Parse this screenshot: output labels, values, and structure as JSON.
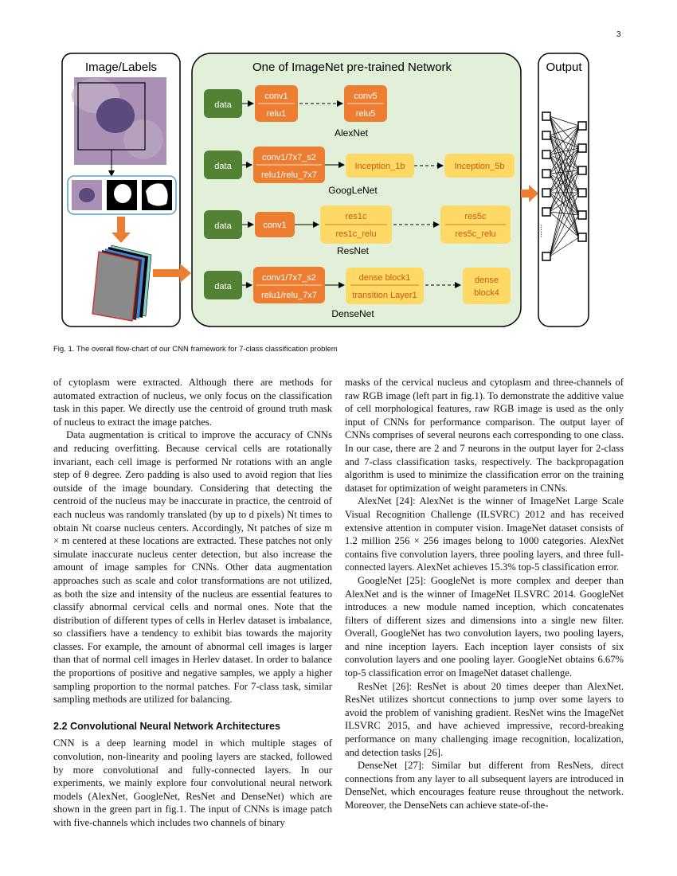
{
  "page_number": "3",
  "figure": {
    "left_panel_title": "Image/Labels",
    "middle_panel_title": "One of ImageNet pre-trained Network",
    "right_panel_title": "Output",
    "caption": "Fig. 1.  The overall flow-chart of our CNN framework for 7-class classification problem",
    "output_dots": "......",
    "networks": [
      {
        "name": "AlexNet",
        "data": "data",
        "b1a": "conv1",
        "b1b": "relu1",
        "b2a": "conv5",
        "b2b": "relu5"
      },
      {
        "name": "GoogLeNet",
        "data": "data",
        "b1a": "conv1/7x7_s2",
        "b1b": "relu1/relu_7x7",
        "b2": "Inception_1b",
        "b3": "Inception_5b"
      },
      {
        "name": "ResNet",
        "data": "data",
        "b1": "conv1",
        "b2a": "res1c",
        "b2b": "res1c_relu",
        "b3a": "res5c",
        "b3b": "res5c_relu"
      },
      {
        "name": "DenseNet",
        "data": "data",
        "b1a": "conv1/7x7_s2",
        "b1b": "relu1/relu_7x7",
        "b2a": "dense block1",
        "b2b": "transition Layer1",
        "b3a": "dense",
        "b3b": "block4"
      }
    ],
    "colors": {
      "green": "#548235",
      "orange": "#ed7d31",
      "yellow": "#ffd966",
      "yellow_text": "#c55a11",
      "panel_bg": "#e2efd9",
      "cell_bg": "#a78aa6",
      "nucleus": "#5b4a7e",
      "blue": "#5b9bd5"
    }
  },
  "left_column": {
    "p1": "of cytoplasm were extracted. Although there are methods for automated extraction of nucleus, we only focus on the classification task in this paper. We directly use the centroid of ground truth mask of nucleus to extract the image patches.",
    "p2": "Data augmentation is critical to improve the accuracy of CNNs and reducing overfitting. Because cervical cells are rotationally invariant, each cell image is performed Nr rotations with an angle step of θ degree. Zero padding is also used to avoid region that lies outside of the image boundary. Considering that detecting the centroid of the nucleus may be inaccurate in practice, the centroid of each nucleus was randomly translated (by up to d pixels) Nt times to obtain Nt coarse nucleus centers. Accordingly, Nt patches of size m × m centered at these locations are extracted. These patches not only simulate inaccurate nucleus center detection, but also increase the amount of image samples for CNNs. Other data augmentation approaches such as scale and color transformations are not utilized, as both the size and intensity of the nucleus are essential features to classify abnormal cervical cells and normal ones. Note that the distribution of different types of cells in Herlev dataset is imbalance, so classifiers have a tendency to exhibit bias towards the majority classes. For example, the amount of abnormal cell images is larger than that of normal cell images in Herlev dataset. In order to balance the proportions of positive and negative samples, we apply a higher sampling proportion to the normal patches. For 7-class task, similar sampling methods are utilized for balancing.",
    "section_heading": "2.2   Convolutional Neural Network Architectures",
    "p3": "CNN is a deep learning model in which multiple stages of convolution, non-linearity and pooling layers are stacked, followed by more convolutional and fully-connected layers. In our experiments, we mainly explore four convolutional neural network models (AlexNet, GoogleNet, ResNet and DenseNet) which are shown in the green part in fig.1. The input of CNNs is image patch with five-channels which includes two channels of binary"
  },
  "right_column": {
    "p1": "masks of the cervical nucleus and cytoplasm and three-channels of raw RGB image (left part in fig.1). To demonstrate the additive value of cell morphological features, raw RGB image is used as the only input of CNNs for performance comparison. The output layer of CNNs comprises of several neurons each corresponding to one class. In our case, there are 2 and 7 neurons in the output layer for 2-class and 7-class classification tasks, respectively. The backpropagation algorithm is used to minimize the classification error on the training dataset for optimization of weight parameters in CNNs.",
    "p2": "AlexNet [24]: AlexNet is the winner of ImageNet Large Scale Visual Recognition Challenge (ILSVRC) 2012 and has received extensive attention in computer vision. ImageNet dataset consists of 1.2 million 256 × 256 images belong to 1000 categories. AlexNet contains five convolution layers, three pooling layers, and three full-connected layers. AlexNet achieves 15.3% top-5 classification error.",
    "p3": "GoogleNet [25]: GoogleNet is more complex and deeper than AlexNet and is the winner of ImageNet ILSVRC 2014. GoogleNet introduces a new module named inception, which concatenates filters of different sizes and dimensions into a single new filter. Overall, GoogleNet has two convolution layers, two pooling layers, and nine inception layers. Each inception layer consists of six convolution layers and one pooling layer. GoogleNet obtains 6.67% top-5 classification error on ImageNet dataset challenge.",
    "p4": "ResNet [26]: ResNet is about 20 times deeper than AlexNet. ResNet utilizes shortcut connections to jump over some layers to avoid the problem of vanishing gradient. ResNet wins the ImageNet ILSVRC 2015, and have achieved impressive, record-breaking performance on many challenging image recognition, localization, and detection tasks [26].",
    "p5": "DenseNet [27]: Similar but different from ResNets, direct connections from any layer to all subsequent layers are introduced in DenseNet, which encourages feature reuse throughout the network. Moreover, the DenseNets can achieve state-of-the-"
  }
}
